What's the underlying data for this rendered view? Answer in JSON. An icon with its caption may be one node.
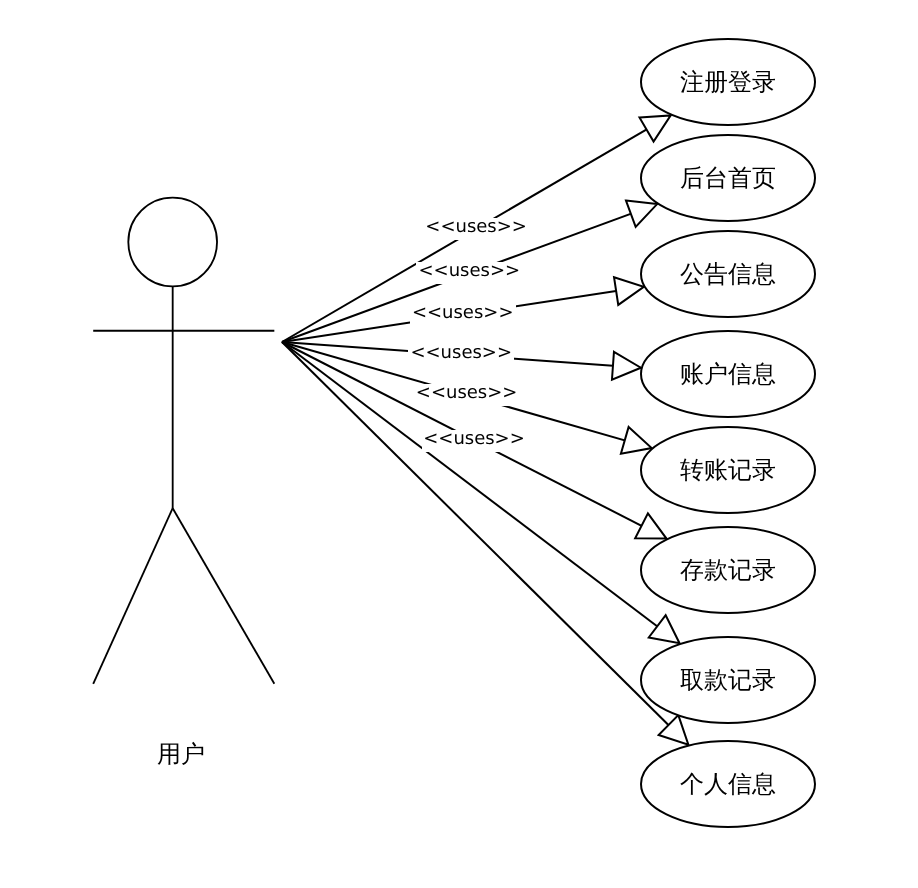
{
  "diagram": {
    "nodes": [
      {
        "text": [
          "用户"
        ]
      },
      {
        "text": [
          "注册登录"
        ]
      },
      {
        "text": [
          "后台首页"
        ]
      },
      {
        "text": [
          "公告信息"
        ]
      },
      {
        "text": [
          "账户信息"
        ]
      },
      {
        "text": [
          "转账记录"
        ]
      },
      {
        "text": [
          "存款记录"
        ]
      },
      {
        "text": [
          "取款记录"
        ]
      },
      {
        "text": [
          "个人信息"
        ]
      }
    ],
    "edges": [
      {
        "from": 0,
        "to": 1,
        "arrow": "to",
        "label": "<<uses>>"
      },
      {
        "from": 0,
        "to": 2,
        "arrow": "to",
        "label": "<<uses>>"
      },
      {
        "from": 0,
        "to": 3,
        "arrow": "to",
        "label": "<<uses>>"
      },
      {
        "from": 0,
        "to": 4,
        "arrow": "to",
        "label": "<<uses>>"
      },
      {
        "from": 0,
        "to": 5,
        "arrow": "to",
        "label": "<<uses>>"
      },
      {
        "from": 0,
        "to": 6,
        "arrow": "to",
        "label": "<<uses>>"
      },
      {
        "from": 0,
        "to": 7,
        "arrow": "to"
      },
      {
        "from": 0,
        "to": 8,
        "arrow": "to"
      }
    ]
  }
}
